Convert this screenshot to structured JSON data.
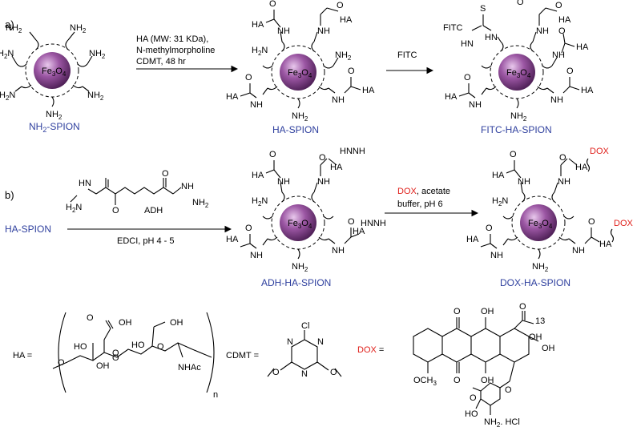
{
  "panels": {
    "a": "a)",
    "b": "b)"
  },
  "particle": {
    "core": "Fe",
    "sub3": "3",
    "o": "O",
    "sub4": "4"
  },
  "groups": {
    "nh2": "NH",
    "h2n": "H",
    "two": "2",
    "n_of_h2n": "N",
    "ha": "HA",
    "nh": "NH",
    "hn": "HN",
    "o": "O",
    "s": "S",
    "fitc": "FITC",
    "hydrazide": "HNNH",
    "dox": "DOX"
  },
  "step1": {
    "line1": "HA (MW: 31 KDa),",
    "line2": "N-methylmorpholine",
    "line3": "CDMT, 48 hr"
  },
  "step2": {
    "reagent": "FITC"
  },
  "step3": {
    "adh": "ADH",
    "cond": "EDCI, pH 4 - 5"
  },
  "step4": {
    "dox": "DOX",
    "line1_rest": ", acetate",
    "line2": "buffer, pH 6"
  },
  "labels": {
    "nh2_spion_a": "NH",
    "nh2_spion_sub": "2",
    "nh2_spion_b": "-SPION",
    "ha_spion": "HA-SPION",
    "fitc_ha_spion": "FITC-HA-SPION",
    "ha_spion_start": "HA-SPION",
    "adh_ha_spion": "ADH-HA-SPION",
    "dox_ha_spion": "DOX-HA-SPION"
  },
  "legend": {
    "ha_eq": "HA  =",
    "cdmt_eq": "CDMT =",
    "dox_name": "DOX",
    "dox_eq": " =",
    "n": "n",
    "ho": "HO",
    "oh": "OH",
    "o": "O",
    "nhac": "NHAc",
    "cl": "Cl",
    "n_atom": "N",
    "och3": "OCH",
    "och3_sub": "3",
    "c13": "13",
    "nh2_hcl": "NH",
    "hcl_rest": ". HCl"
  },
  "colors": {
    "label_blue": "#2e3f9e",
    "dox_red": "#e0201b",
    "sphere": "#7a3a82"
  }
}
